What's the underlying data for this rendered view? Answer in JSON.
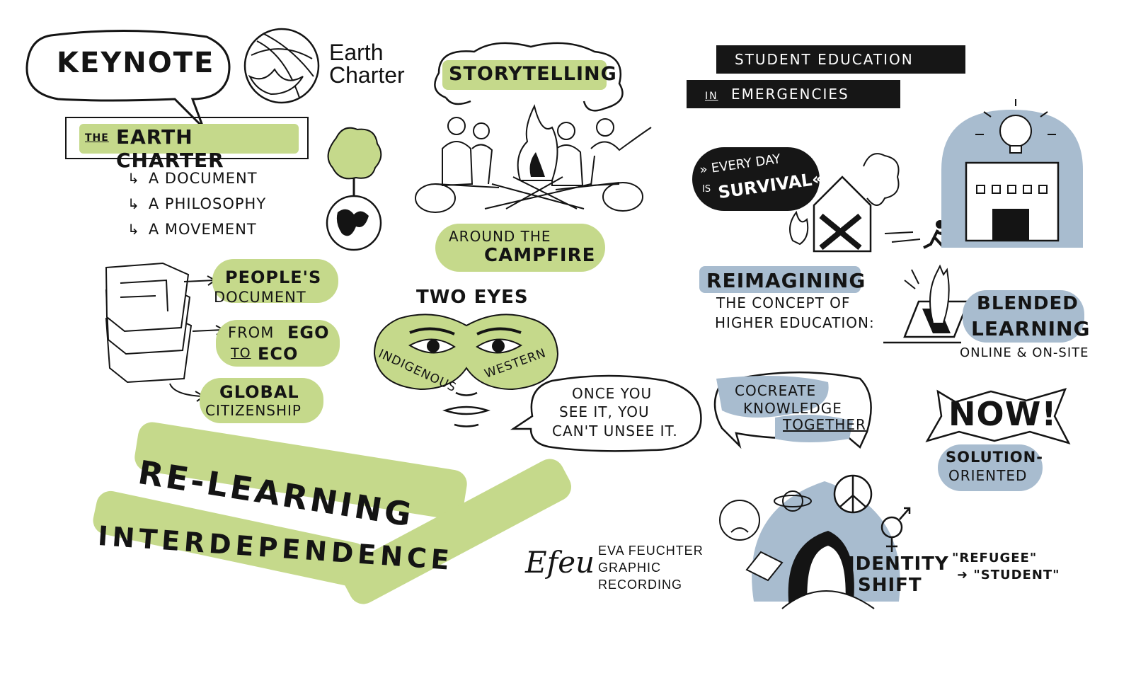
{
  "keynote": "KEYNOTE",
  "earth_charter_logo": {
    "line1": "Earth",
    "line2": "Charter"
  },
  "storytelling": "STORYTELLING",
  "campfire": {
    "line1": "AROUND THE",
    "line2": "CAMPFIRE"
  },
  "charter_box": {
    "prefix": "THE",
    "title": "EARTH CHARTER"
  },
  "charter_items": [
    "A DOCUMENT",
    "A PHILOSOPHY",
    "A MOVEMENT"
  ],
  "peoples": {
    "line1": "PEOPLE'S",
    "line2": "DOCUMENT"
  },
  "ego": {
    "pre": "FROM",
    "ego": "EGO",
    "to": "TO",
    "eco": "ECO"
  },
  "global": {
    "line1": "GLOBAL",
    "line2": "CITIZENSHIP"
  },
  "two_eyes": {
    "title": "TWO EYES",
    "left": "INDIGENOUS",
    "right": "WESTERN"
  },
  "unsee_bubble": {
    "line1": "ONCE YOU",
    "line2": "SEE IT, YOU",
    "line3": "CAN'T UNSEE IT."
  },
  "relearning": "RE-LEARNING",
  "interdependence": "INTERDEPENDENCE",
  "signature": {
    "mark": "Efeu",
    "line1": "EVA FEUCHTER",
    "line2": "GRAPHIC",
    "line3": "RECORDING"
  },
  "student_bar1": "STUDENT EDUCATION",
  "student_bar2": {
    "prefix": "IN",
    "text": "EMERGENCIES"
  },
  "survival": {
    "line1": "» EVERY DAY",
    "prefix": "IS",
    "line2": "SURVIVAL«"
  },
  "reimagining": {
    "title": "REIMAGINING",
    "line2": "THE CONCEPT OF",
    "line3": "HIGHER EDUCATION:"
  },
  "blended": {
    "line1": "BLENDED",
    "line2": "LEARNING",
    "line3": "ONLINE & ON-SITE"
  },
  "cocreate": {
    "line1": "COCREATE",
    "line2": "KNOWLEDGE",
    "line3": "TOGETHER"
  },
  "now": "NOW!",
  "solution": {
    "line1": "SOLUTION-",
    "line2": "ORIENTED"
  },
  "identity": {
    "line1": "IDENTITY",
    "line2": "SHIFT"
  },
  "refugee": {
    "line1": "\"REFUGEE\"",
    "line2": "➜ \"STUDENT\""
  },
  "colors": {
    "green": "#c5d98b",
    "blue": "#a8bccf",
    "ink": "#141414"
  }
}
